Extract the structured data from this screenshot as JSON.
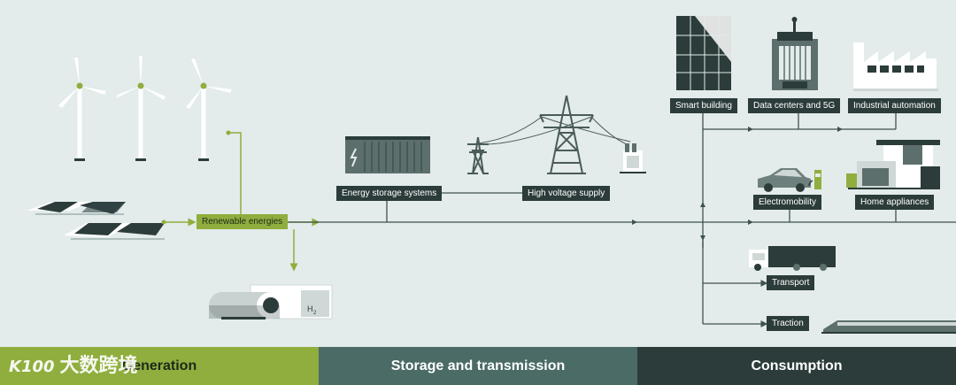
{
  "labels": {
    "renewable": "Renewable energies",
    "storage_systems": "Energy storage systems",
    "high_voltage": "High voltage supply",
    "smart_building": "Smart building",
    "data_centers": "Data centers and 5G",
    "industrial": "Industrial automation",
    "electromobility": "Electromobility",
    "home_appliances": "Home appliances",
    "transport": "Transport",
    "traction": "Traction"
  },
  "bands": {
    "generation": "Generation",
    "storage": "Storage and transmission",
    "consumption": "Consumption"
  },
  "watermark": {
    "logo": "K100",
    "text": "大数跨境"
  },
  "colors": {
    "background": "#e3ebeb",
    "generation_band": "#8fae3e",
    "storage_band": "#4a6b66",
    "consumption_band": "#2b3c3a",
    "line": "#3e524f",
    "accent_green": "#8fae3e"
  },
  "icons": [
    "wind-turbine-icon",
    "solar-panel-icon",
    "hydrogen-tank-icon",
    "battery-container-icon",
    "power-pylon-icon",
    "transformer-icon",
    "office-building-icon",
    "server-building-icon",
    "factory-icon",
    "electric-car-icon",
    "charging-station-icon",
    "house-icon",
    "truck-icon",
    "train-icon"
  ]
}
